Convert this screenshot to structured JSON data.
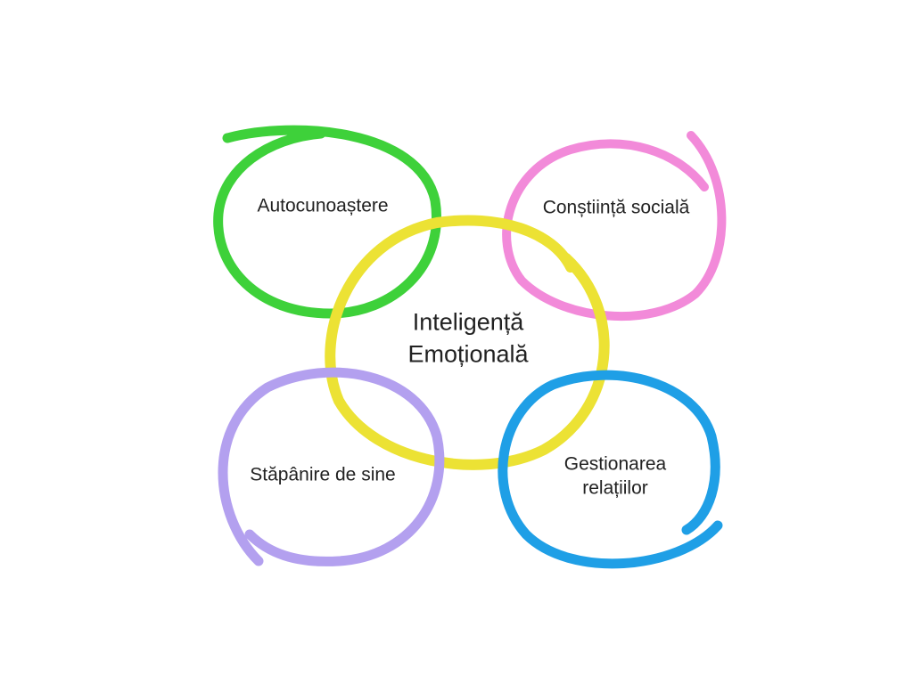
{
  "center": {
    "line1": "Inteligență",
    "line2": "Emoțională",
    "color": "#ece234"
  },
  "nodes": [
    {
      "label": "Autocunoaștere",
      "color": "#3ed13a"
    },
    {
      "label": "Conștiință socială",
      "color": "#f28ad9"
    },
    {
      "label": "Stăpânire de sine",
      "color": "#b3a0ef"
    },
    {
      "line1": "Gestionarea",
      "line2": "relațiilor",
      "color": "#1f9fe6"
    }
  ]
}
